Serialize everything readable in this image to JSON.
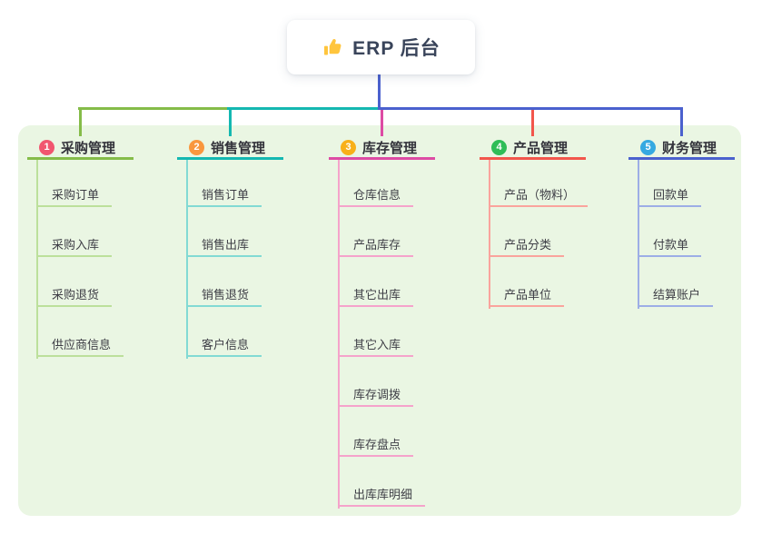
{
  "root": {
    "label": "ERP 后台",
    "icon": "thumbs-up-icon",
    "icon_color": "#FFC53D"
  },
  "canvas": {
    "background": "#FFFFFF",
    "panel_background": "#EAF6E3",
    "stem_color": "#4B61CE"
  },
  "branches": [
    {
      "index": "1",
      "label": "采购管理",
      "badge_color": "#F1566F",
      "line_color": "#85BC49",
      "light_color": "#BCE09B",
      "items": [
        "采购订单",
        "采购入库",
        "采购退货",
        "供应商信息"
      ]
    },
    {
      "index": "2",
      "label": "销售管理",
      "badge_color": "#F9973E",
      "line_color": "#14B8B1",
      "light_color": "#82DAD4",
      "items": [
        "销售订单",
        "销售出库",
        "销售退货",
        "客户信息"
      ]
    },
    {
      "index": "3",
      "label": "库存管理",
      "badge_color": "#F8B019",
      "line_color": "#DD4BA4",
      "light_color": "#F5A3CB",
      "items": [
        "仓库信息",
        "产品库存",
        "其它出库",
        "其它入库",
        "库存调拨",
        "库存盘点",
        "出库库明细"
      ]
    },
    {
      "index": "4",
      "label": "产品管理",
      "badge_color": "#2FBD57",
      "line_color": "#F2564C",
      "light_color": "#FAA49D",
      "items": [
        "产品（物料）",
        "产品分类",
        "产品单位"
      ]
    },
    {
      "index": "5",
      "label": "财务管理",
      "badge_color": "#35A9E1",
      "line_color": "#4B61CE",
      "light_color": "#9DAEE6",
      "items": [
        "回款单",
        "付款单",
        "结算账户"
      ]
    }
  ]
}
